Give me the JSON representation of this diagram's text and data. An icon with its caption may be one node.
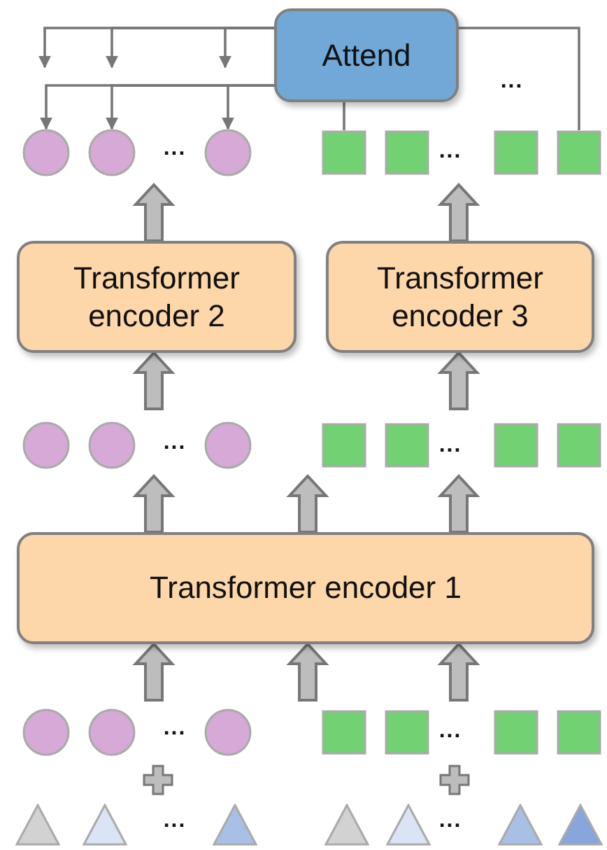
{
  "diagram": {
    "nodes": [
      {
        "text": [
          "Attend"
        ]
      },
      {
        "text": [
          "Transformer encoder 2"
        ]
      },
      {
        "text": [
          "Transformer encoder 3"
        ]
      },
      {
        "text": [
          "Transformer encoder 1"
        ]
      },
      {
        "text": [],
        "shape": "circle"
      },
      {
        "text": [],
        "shape": "circle"
      },
      {
        "text": [],
        "shape": "circle"
      },
      {
        "text": [],
        "shape": "square"
      },
      {
        "text": [],
        "shape": "square"
      },
      {
        "text": [],
        "shape": "square"
      },
      {
        "text": [],
        "shape": "square"
      },
      {
        "text": [],
        "shape": "circle"
      },
      {
        "text": [],
        "shape": "circle"
      },
      {
        "text": [],
        "shape": "circle"
      },
      {
        "text": [],
        "shape": "square"
      },
      {
        "text": [],
        "shape": "square"
      },
      {
        "text": [],
        "shape": "square"
      },
      {
        "text": [],
        "shape": "square"
      },
      {
        "text": [],
        "shape": "circle"
      },
      {
        "text": [],
        "shape": "circle"
      },
      {
        "text": [],
        "shape": "circle"
      },
      {
        "text": [],
        "shape": "square"
      },
      {
        "text": [],
        "shape": "square"
      },
      {
        "text": [],
        "shape": "square"
      },
      {
        "text": [],
        "shape": "square"
      },
      {
        "text": [],
        "shape": "triangle"
      },
      {
        "text": [],
        "shape": "triangle"
      },
      {
        "text": [],
        "shape": "triangle"
      },
      {
        "text": [],
        "shape": "triangle"
      },
      {
        "text": [],
        "shape": "triangle"
      },
      {
        "text": [],
        "shape": "triangle"
      },
      {
        "text": [],
        "shape": "triangle"
      }
    ],
    "edges": [
      {
        "from": 0,
        "to": 4,
        "arrow": "to"
      },
      {
        "from": 0,
        "to": 5,
        "arrow": "to"
      },
      {
        "from": 0,
        "to": 6,
        "arrow": "to"
      },
      {
        "from": 0,
        "to": null,
        "arrow": "to"
      },
      {
        "from": 0,
        "to": null,
        "arrow": "to"
      },
      {
        "from": 0,
        "to": null,
        "arrow": "to"
      },
      {
        "from": 0,
        "to": 7,
        "arrow": "none"
      },
      {
        "from": 0,
        "to": 10,
        "arrow": "none"
      },
      {
        "from": 1,
        "to": null,
        "arrow": "to"
      },
      {
        "from": 2,
        "to": null,
        "arrow": "to"
      },
      {
        "from": null,
        "to": 1,
        "arrow": "to"
      },
      {
        "from": null,
        "to": 2,
        "arrow": "to"
      },
      {
        "from": 3,
        "to": null,
        "arrow": "to"
      },
      {
        "from": 3,
        "to": null,
        "arrow": "to"
      },
      {
        "from": 3,
        "to": null,
        "arrow": "to"
      },
      {
        "from": null,
        "to": 3,
        "arrow": "to"
      },
      {
        "from": null,
        "to": 3,
        "arrow": "to"
      },
      {
        "from": null,
        "to": 3,
        "arrow": "to"
      }
    ],
    "labels": [
      "...",
      "...",
      "...",
      "...",
      "...",
      "...",
      "...",
      "...",
      "..."
    ]
  }
}
